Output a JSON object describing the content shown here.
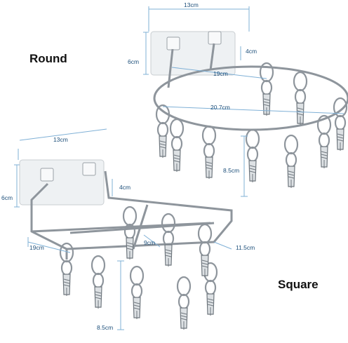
{
  "product": {
    "round_label": "Round",
    "square_label": "Square",
    "line_color": "#7fb0d6",
    "metal_color": "#8e959c",
    "plate_color": "#eef1f3"
  },
  "round": {
    "width": "13cm",
    "height": "6cm",
    "depth_top": "4cm",
    "inner_span": "19cm",
    "diameter": "20.7cm",
    "clip_length": "8.5cm"
  },
  "square": {
    "width": "13cm",
    "height": "6cm",
    "depth_top": "4cm",
    "length": "19cm",
    "inner_span": "9cm",
    "frame_width": "11.5cm",
    "clip_length": "8.5cm"
  }
}
